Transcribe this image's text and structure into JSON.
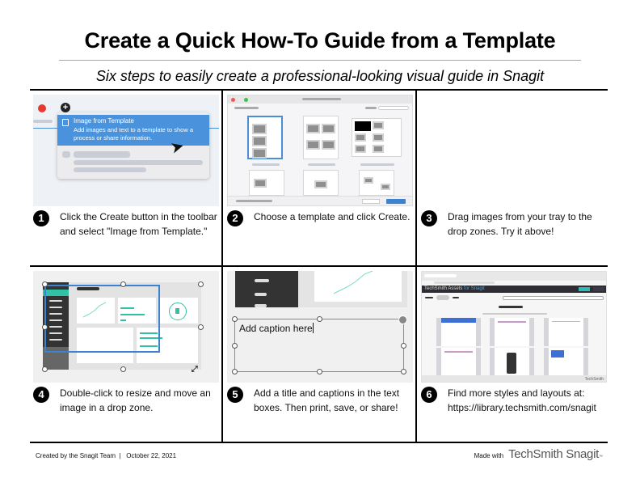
{
  "header": {
    "title": "Create a Quick How-To Guide from a Template",
    "subtitle": "Six steps to easily create a professional-looking visual guide in Snagit"
  },
  "steps": [
    {
      "number": "1",
      "text": "Click the Create button in the toolbar and select \"Image from Template.\"",
      "screenshot": {
        "menu_title": "Image from Template",
        "menu_description": "Add images and text to a template to show a process or share information."
      }
    },
    {
      "number": "2",
      "text": "Choose a template and click Create."
    },
    {
      "number": "3",
      "text": "Drag images from your tray to the drop zones. Try it above!"
    },
    {
      "number": "4",
      "text": "Double-click to resize and move an image in a drop zone."
    },
    {
      "number": "5",
      "text": "Add a title and captions in the text boxes. Then print, save, or share!",
      "screenshot": {
        "caption_placeholder": "Add caption here"
      }
    },
    {
      "number": "6",
      "text": "Find more styles and layouts at: https://library.techsmith.com/snagit",
      "screenshot": {
        "brand": "TechSmith Assets",
        "brand_suffix": " for Snagit",
        "footer_brand": "TechSmith"
      }
    }
  ],
  "footer": {
    "credit": "Created by the Snagit Team  |   October 22, 2021",
    "made_with": "Made with",
    "brand": "TechSmith Snagit",
    "trademark": "™"
  },
  "colors": {
    "accent_blue": "#4a93dc",
    "teal": "#2fc2a6",
    "close_red": "#e8392f",
    "border": "#000000"
  }
}
